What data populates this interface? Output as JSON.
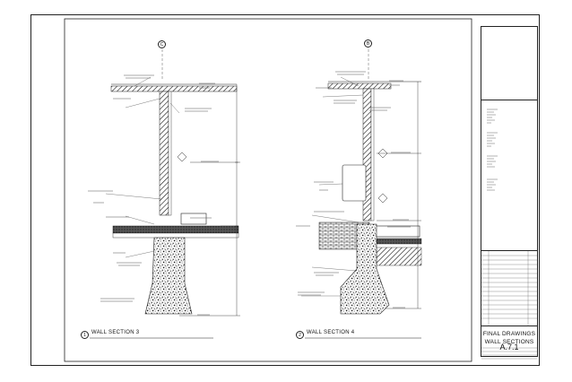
{
  "title_block": {
    "drawing_title_line1": "FINAL DRAWINGS",
    "drawing_title_line2": "WALL SECTIONS",
    "sheet_number": "A.7.1"
  },
  "sections": [
    {
      "number": "1",
      "title": "WALL SECTION 3"
    },
    {
      "number": "2",
      "title": "WALL SECTION 4"
    }
  ],
  "grid_markers": [
    {
      "label": "C"
    },
    {
      "label": "B"
    }
  ]
}
